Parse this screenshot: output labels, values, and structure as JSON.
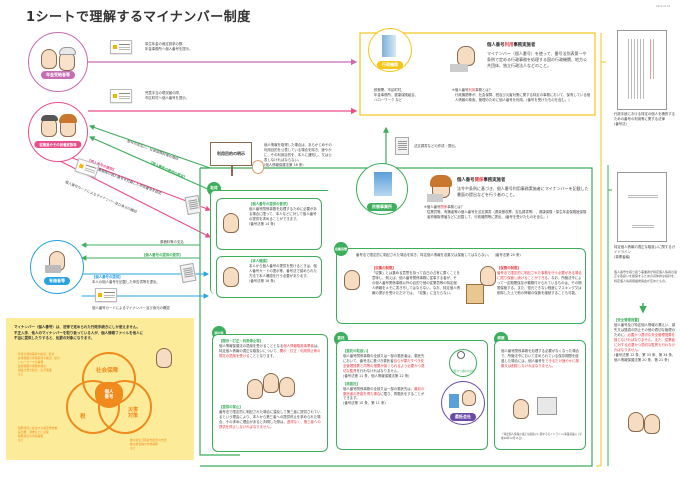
{
  "title": "1シートで理解するマイナンバー制度",
  "date": "2016.01.01",
  "actors": {
    "pension": {
      "label": "年金受給者等",
      "color": "#c86bb4",
      "note_line1": "厚生年金の裁定請求の際、",
      "note_line2": "年金事務所へ個人番号を提示。"
    },
    "employee": {
      "label": "従業員やその扶養家族等",
      "color": "#e94e8b",
      "note_line1": "児童手当の現況届の際、",
      "note_line2": "市区町村へ個人番号を提示。"
    },
    "payee": {
      "label": "有価者等",
      "color": "#29a3e0"
    }
  },
  "employee_arrows": {
    "salary": "給与の支払い、社会保険料等の徴収",
    "request": "【個人番号の提供の要求】",
    "provide_head": "【個人番号の提供】",
    "provide_body": "本人や扶養親族の個人番号を記載した申告書等を提出",
    "confirm": "個人番号カードによるマイナンバー及び身元の確認"
  },
  "payee_arrows": {
    "payment": "原稿料等の支払",
    "request": "【個人番号の提供の要求】",
    "provide_head": "【個人番号の提供】",
    "provide_body": "本人の個人番号を記載した申告書等を提出。",
    "confirm": "個人番号カードによるマイナンバー及び身元の確認"
  },
  "gov": {
    "badge": "行政機関",
    "examples": [
      "税務署、市区町村、",
      "年金事務所、健康保険組合、",
      "ハローワーク など"
    ],
    "heading_pre": "個人番号",
    "heading_red": "利用",
    "heading_post": "事務実施者",
    "desc": "マイナンバー（個人番号）を使って、番号法別表第一や条例で定める行政事務を処理する国の行政機関、地方公共団体、独立行政法人などのこと。",
    "q_pre": "※個人番号",
    "q_red": "利用",
    "q_post": "事務とは？",
    "answer": "行政機関等が、社会保障、税及び災害対策に関する特定の事務において、保有している個人情報の検索、管理のために個人番号を利用。(番号を受けたものを含む。)"
  },
  "statutory": "法定調書などの作成・提出。",
  "purpose": {
    "sign": "利用目的の明示",
    "text": "個人情報を取得した場合は、あらかじめその利用目的を公表している場合を除き、速やかに、その利用目的を、本人に通知し、又は公表しなければならない。",
    "law": "(個人情報保護法第 18 条)"
  },
  "biz": {
    "badge": "民間事業所",
    "heading_pre": "個人番号",
    "heading_red": "関係",
    "heading_post": "事務実施者",
    "desc": "法令や条例に基づき、個人番号利用事務実施者にマイナンバーを記載した書面の提出などを行う者のこと。",
    "q_pre": "※個人番号",
    "q_red": "関係",
    "q_post": "事務とは？",
    "answer": "従業員等、有識者等の個人番号を法定調書（源泉徴収票、支払調書等）、健康保険・厚生年金保険被保険者資格取得届などに記載して、行政機関等に提出。(番号を受けたものを含む。)"
  },
  "acquire": {
    "tag": "取得",
    "request_head": "【個人番号の提供の要求】",
    "request_body": "個人番号関係事務を処理するために必要がある場合に限って、本人などに対して個人番号の提供を求めることができます。",
    "request_law": "(番号法第 14 条)",
    "verify_head": "【本人確認】",
    "verify_body": "本人から個人番号の提供を受けるときは、個人番号カードの提示等、番号法で認められた方法で本人確認を行う必要があります。",
    "verify_law": "(番号法第 16 条)"
  },
  "collect": {
    "tag": "収集保管",
    "rule": "番号法で限定的に明記された場合を除き、特定個人情報を収集又は保管してはならない。　(番号法第 20 条)",
    "limit_head": "【収集の制限】",
    "limit_body": "「収集」とは集める意思を持って自己の占有に置くことを意味し、例えば、個人番号関係事務に従事する者が、その個人番号関係事務以外の目的で他の従業員等の特定個人情報をメモに書き写してはならない。なお、特定個人情報の提示を受けただけでは、「収集」に当たらない。",
    "keep_head": "【保管の制限】",
    "keep_red": "番号法で限定的に明記された事務を行う必要がある場合に限り保管し続けることができる。",
    "keep_body": "なお、所管法令によって一定期間保存が義務付けられているものは、その期間保管する。また、復元できない程度にマスキング又は削除した上で他の情報の保管を継続することも可能。"
  },
  "disclose": {
    "tag": "開示等",
    "head": "【開示・訂正・利用停止等】",
    "body_pre": "個人情報保護法の適用を受けることとなる",
    "body_red1": "個人情報取扱事業者",
    "body_mid": "は、特定個人情報の適正な取扱いについて、",
    "body_red2": "開示・訂正・利用停止等の規定の適用を受ける",
    "body_post": "こととなります。",
    "stop_head": "【提供の禁止】",
    "stop_body": "番号法で限定的に明記された場合に違反して第三者に提供されているという理由により、本人から第三者への提供停止を求められた場合、その求めに理由があると判明した際は、",
    "stop_red": "遅滞なく、第三者への提供を停止しなければなりません。"
  },
  "entrust": {
    "tag": "委託",
    "head": "【委託の取扱い】",
    "body_pre": "個人番号関係事務の全部又は一部の委託者は、委託先において、番号法に基づき委託者",
    "body_red": "自らが果たすべき安全管理措置と同等の措置が講じられるよう必要かつ適切な監督",
    "body_post": "を行わなければなりません。",
    "law": "(番号法第 11 条、個人情報保護法第 22 条)",
    "sub_head": "【再委託】",
    "sub_pre": "個人番号関係事務の全部又は一部の委託先は、",
    "sub_red": "最初の委託者の許諾を得た場合",
    "sub_post": "に限り、再委託をすることができます。",
    "sub_law": "(番号法第 10 条、第 11 条)",
    "bubble": "必要かつ適切な監督",
    "badge": "委託会社"
  },
  "dispose": {
    "tag": "廃棄",
    "body_pre": "個人番号関係事務を処理する必要がなくなった場合で、所管法令において定められている保存期間を経過した場合には、個人番号を",
    "body_red": "できるだけ速やかに廃棄又は削除しなければなりません。",
    "source": "「特定個人情報の適正な取扱いに関するガイドライン(事業者編)」(平成26年12月11日)"
  },
  "sidebar": {
    "law1_title": "行政手続における特定の個人を識別するための番号の利用等に関する法律",
    "law1_abbr": "(番号法)",
    "law2_title": "特定個人情報の適正な取扱いに関するガイドライン",
    "law2_abbr": "(事業者編)",
    "law2_desc": "個人番号を取り扱う事業者が特定個人情報の適正な取扱いを確保するための具体的な指針を、特定個人情報保護委員会が定めたもの。",
    "safety_head": "【安全管理措置】",
    "safety_pre": "個人番号及び特定個人情報の漏えい、滅失又は毀損の防止その他の適切な管理のために、",
    "safety_red": "必要かつ適切な安全管理措置を講じなければなりません。また、従業者に対する必要かつ適切な監督も行わなければなりません。",
    "safety_law": "(番号法第 12 条、第 33 条、第 34 条、個人情報保護法第 20 条、第 21 条)"
  },
  "warning": {
    "text1": "マイナンバー（個人番号）は、法律で定められた行政手続きにしか使えません。",
    "text2": "不正入手、他人のマイナンバーを取り扱っている人が、個人情報ファイルを他人に",
    "text3": "不当に提供したりすると、処罰の対象になります。",
    "center": "個人番号",
    "social": "社会保障",
    "tax": "税",
    "disaster": "災害対策",
    "social_examples": [
      "年金の資格取得や確認、給付",
      "雇用保険の資格取得や確認、給付",
      "ハローワークの事務",
      "医療保険の保険料徴収",
      "福祉分野の給付、生活保護",
      "など"
    ],
    "tax_examples": [
      "税務当局に提出する確定申告書、",
      "届出書、調書などに記載",
      "税務当局の内部事務",
      "など"
    ],
    "disaster_examples": [
      "被災者生活再建支援金の支給",
      "被災者台帳の作成事務",
      "など"
    ]
  }
}
